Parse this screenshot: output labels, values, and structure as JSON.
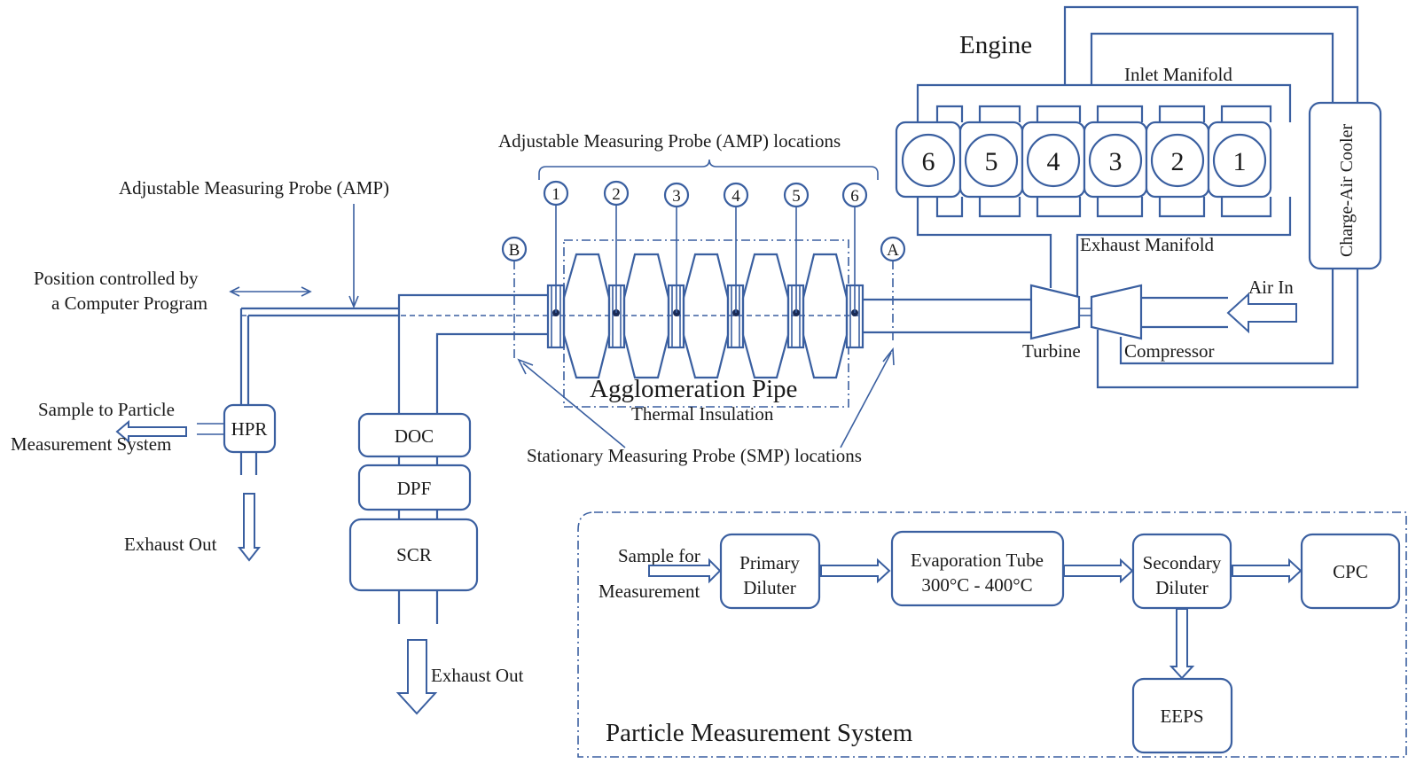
{
  "engine": {
    "title": "Engine",
    "inlet_manifold": "Inlet Manifold",
    "exhaust_manifold": "Exhaust Manifold",
    "charge_air_cooler": "Charge-Air Cooler",
    "cylinders": [
      "6",
      "5",
      "4",
      "3",
      "2",
      "1"
    ]
  },
  "turbo": {
    "turbine": "Turbine",
    "compressor": "Compressor",
    "air_in": "Air In"
  },
  "pipe": {
    "title": "Agglomeration Pipe",
    "insulation": "Thermal Insulation",
    "amp_locations": "Adjustable  Measuring  Probe  (AMP)  locations",
    "smp_locations": "Stationary  Measuring  Probe  (SMP)  locations",
    "probe_numbers": [
      "1",
      "2",
      "3",
      "4",
      "5",
      "6"
    ],
    "point_a": "A",
    "point_b": "B"
  },
  "probe": {
    "amp_label": "Adjustable  Measuring  Probe  (AMP)",
    "position_line1": "Position  controlled  by",
    "position_line2": "a  Computer  Program",
    "hpr": "HPR",
    "sample_line1": "Sample  to  Particle",
    "sample_line2": "Measurement  System",
    "exhaust_out_left": "Exhaust  Out"
  },
  "aftertreatment": {
    "doc": "DOC",
    "dpf": "DPF",
    "scr": "SCR",
    "exhaust_out": "Exhaust  Out"
  },
  "pms": {
    "title": "Particle  Measurement System",
    "sample_line1": "Sample  for",
    "sample_line2": "Measurement",
    "primary_line1": "Primary",
    "primary_line2": "Diluter",
    "evap_line1": "Evaporation  Tube",
    "evap_line2": "300°C  -  400°C",
    "secondary_line1": "Secondary",
    "secondary_line2": "Diluter",
    "cpc": "CPC",
    "eeps": "EEPS"
  },
  "colors": {
    "line": "#3a5fa0",
    "text": "#1a1a1a"
  }
}
